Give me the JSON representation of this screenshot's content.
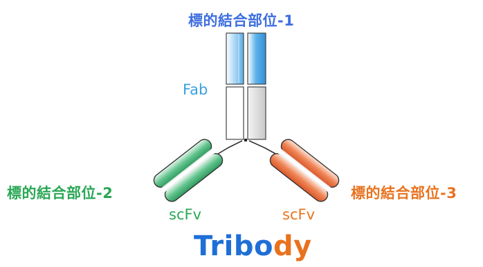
{
  "labels": {
    "site1": "標的結合部位-1",
    "site2": "標的結合部位-2",
    "site3": "標的結合部位-3",
    "fab": "Fab",
    "scfv_left": "scFv",
    "scfv_right": "scFv"
  },
  "title": {
    "part1": "Tribo",
    "part2": "dy"
  },
  "colors": {
    "site1": "#3d6ee0",
    "site2": "#2aa755",
    "site3": "#e8731f",
    "fab_text": "#3aa0df",
    "title_blue": "#1f6fd6",
    "title_green": "#2fa84c",
    "title_orange": "#e8721e",
    "heavy_chain_blue": "#3ba0e6",
    "light_chain_blue": "#8fcaf2",
    "scfv_green": "#5cc08a",
    "scfv_orange": "#ec7a4a"
  }
}
